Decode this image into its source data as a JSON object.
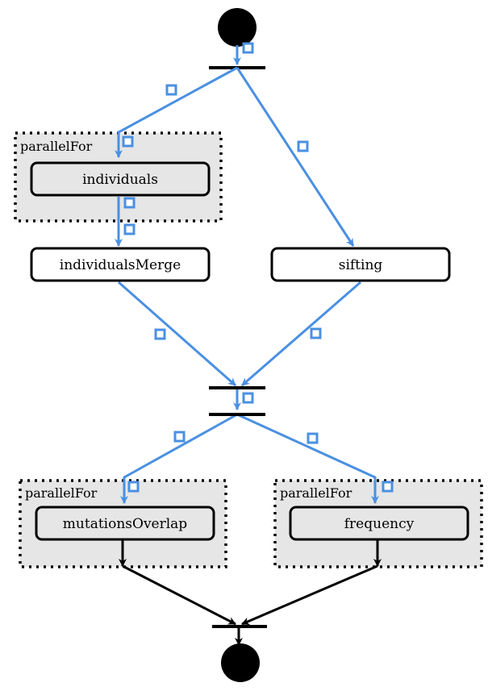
{
  "diagram": {
    "colors": {
      "flow": "#4a90e2",
      "control": "#000000",
      "container_fill": "#e6e6e6",
      "node_fill_plain": "#ffffff",
      "node_fill_nested": "#e6e6e6"
    },
    "containers": [
      {
        "id": "pf1",
        "label": "parallelFor"
      },
      {
        "id": "pf2",
        "label": "parallelFor"
      },
      {
        "id": "pf3",
        "label": "parallelFor"
      }
    ],
    "nodes": [
      {
        "id": "individuals",
        "label": "individuals"
      },
      {
        "id": "individualsMerge",
        "label": "individualsMerge"
      },
      {
        "id": "sifting",
        "label": "sifting"
      },
      {
        "id": "mutationsOverlap",
        "label": "mutationsOverlap"
      },
      {
        "id": "frequency",
        "label": "frequency"
      }
    ]
  }
}
